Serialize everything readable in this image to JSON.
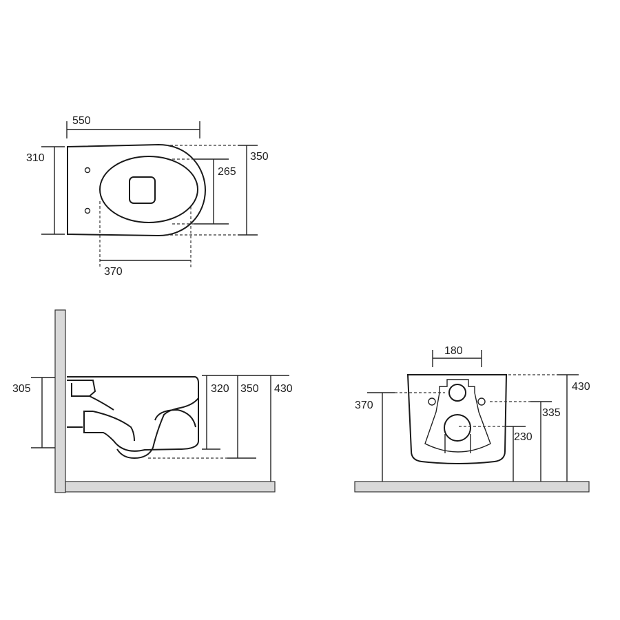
{
  "title": "Wall-hung toilet technical drawing",
  "top_view": {
    "length": "550",
    "width_back": "310",
    "width_total": "350",
    "seat_width": "265",
    "seat_length": "370"
  },
  "side_view": {
    "fixing_height": "305",
    "h_320": "320",
    "h_350": "350",
    "h_430": "430"
  },
  "front_view": {
    "fixing_spacing": "180",
    "total_height": "430",
    "inlet_height": "370",
    "bolt_height": "335",
    "outlet_height": "230"
  }
}
